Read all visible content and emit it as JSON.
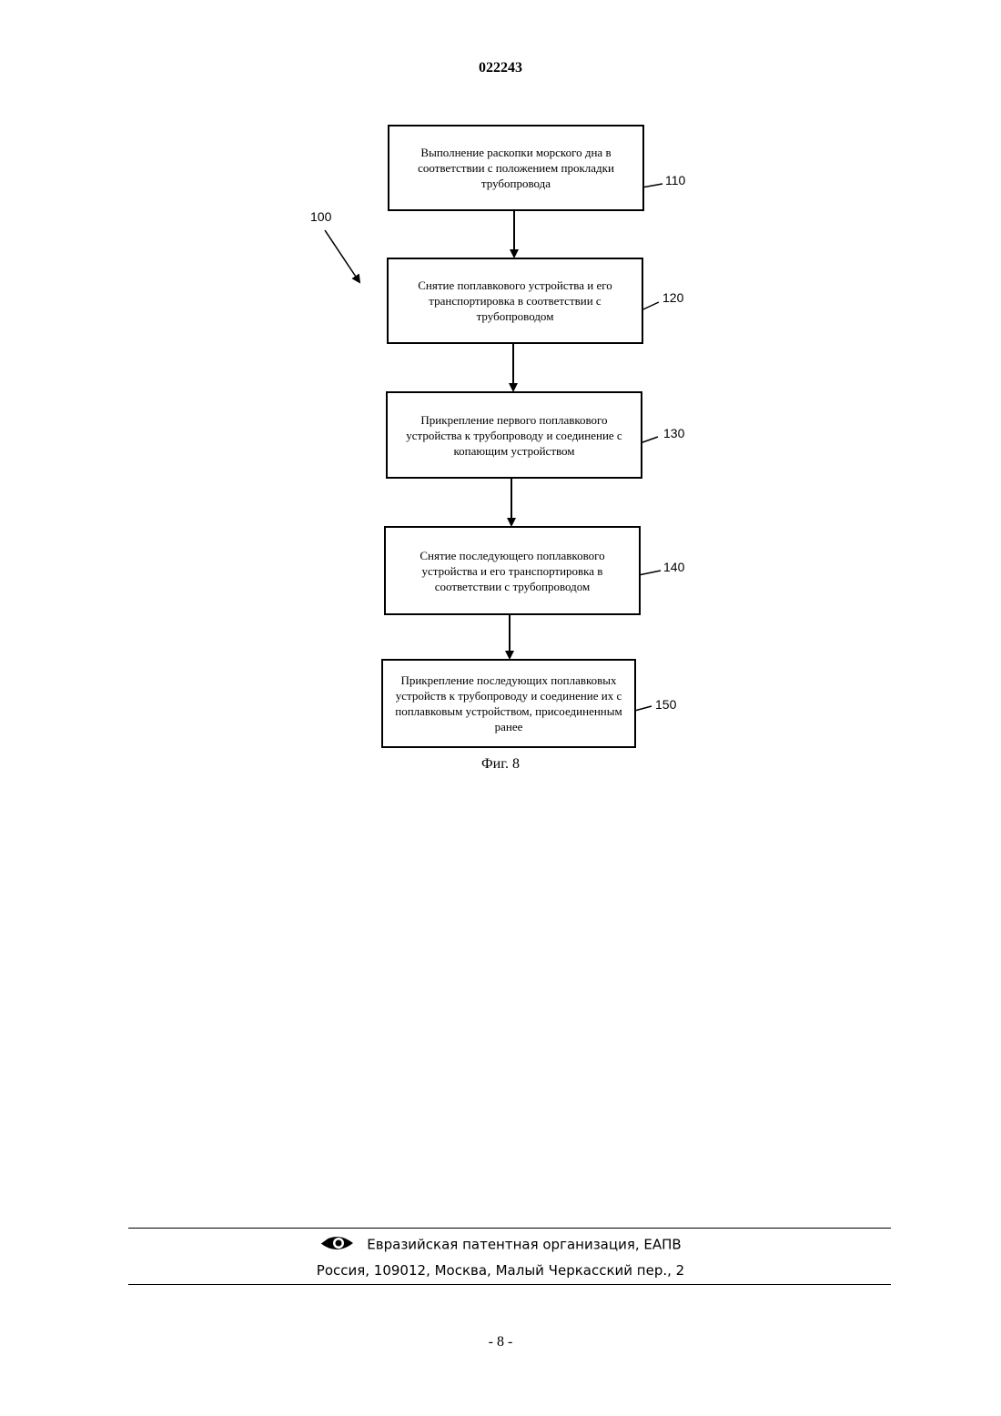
{
  "header": {
    "doc_number": "022243"
  },
  "figure": {
    "main_ref": "100",
    "steps": [
      {
        "ref": "110",
        "text": "Выполнение раскопки морского дна в соответствии с положением прокладки трубопровода"
      },
      {
        "ref": "120",
        "text": "Снятие поплавкового устройства и его транспортировка в соответствии с трубопроводом"
      },
      {
        "ref": "130",
        "text": "Прикрепление первого поплавкового устройства к трубопроводу и соединение с копающим устройством"
      },
      {
        "ref": "140",
        "text": "Снятие последующего поплавкового устройства и его транспортировка в соответствии с трубопроводом"
      },
      {
        "ref": "150",
        "text": "Прикрепление последующих поплавковых устройств к трубопроводу и соединение их с поплавковым устройством, присоединенным ранее"
      }
    ],
    "caption": "Фиг. 8"
  },
  "footer": {
    "organization": "Евразийская патентная организация, ЕАПВ",
    "address": "Россия, 109012, Москва, Малый Черкасский пер., 2",
    "page": "- 8 -"
  }
}
